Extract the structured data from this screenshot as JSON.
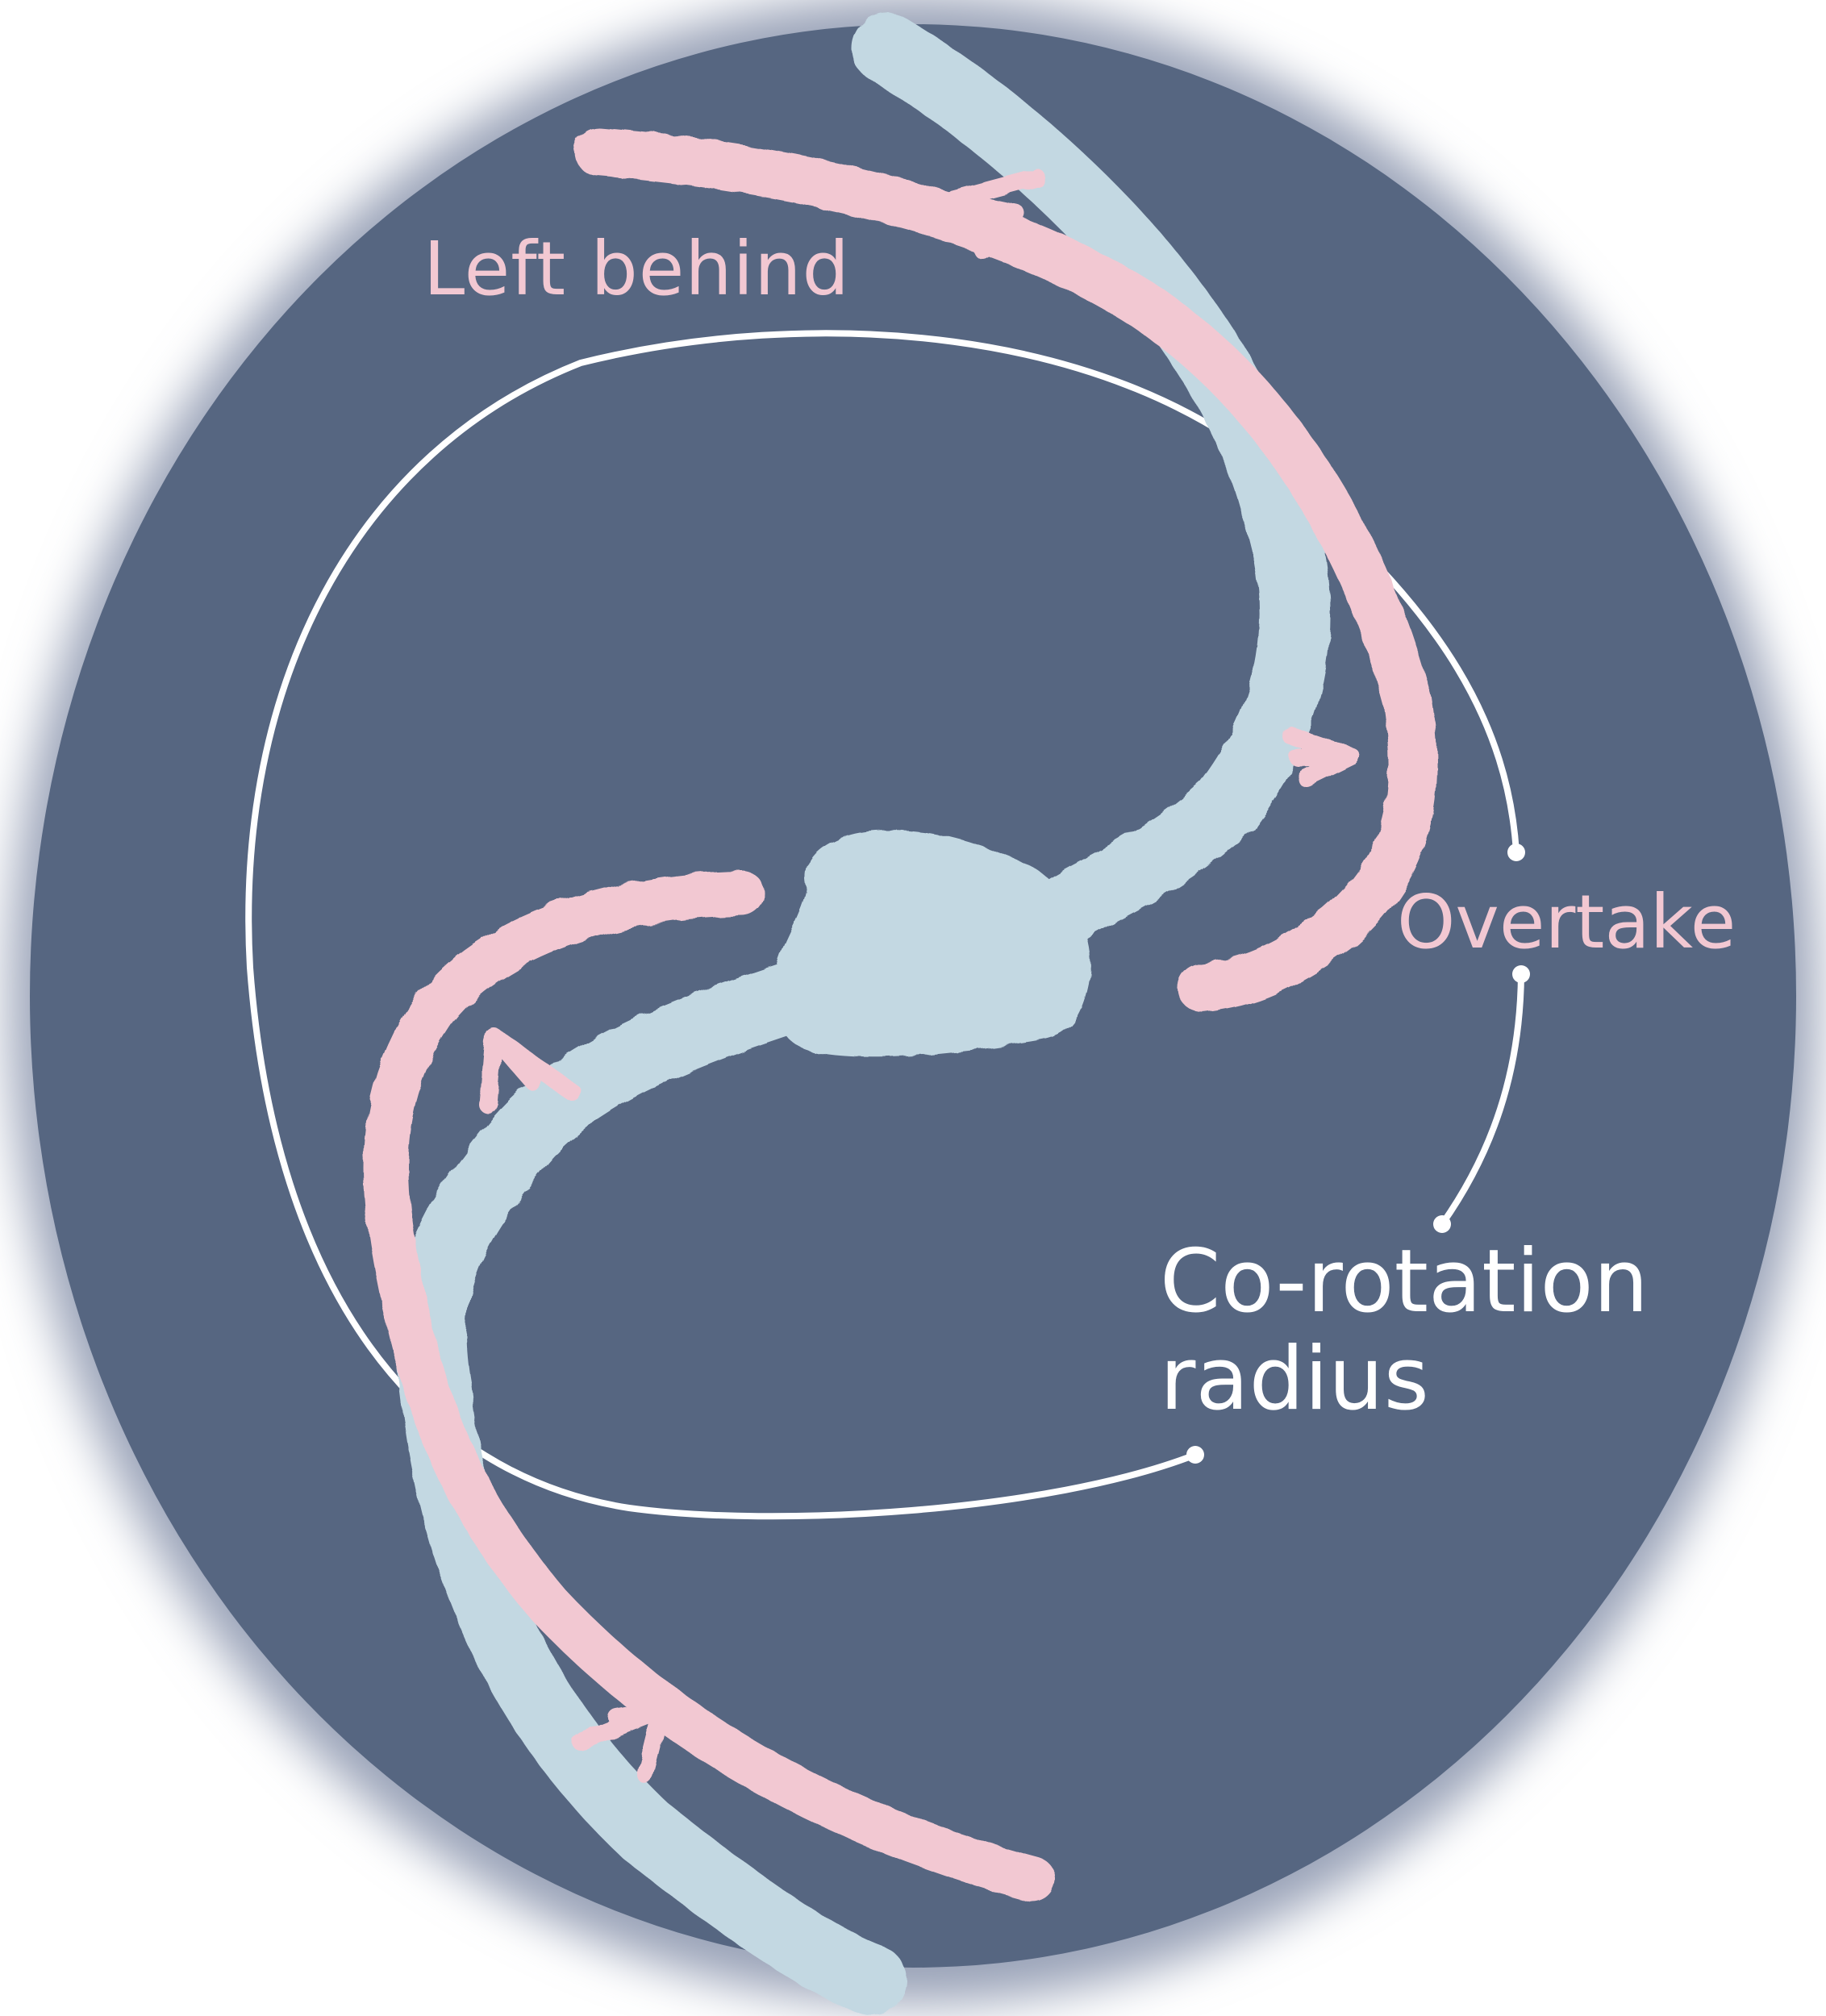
{
  "diagram": {
    "labels": {
      "left_behind": "Left behind",
      "overtake": "Overtake",
      "corotation_line1": "Co-rotation",
      "corotation_line2": "radius"
    },
    "colors": {
      "background": "#ffffff",
      "disk": "#566681",
      "disk_glow": "#9aa3b8",
      "blue_arm": "#c3d8e2",
      "pink_arm": "#f2c8d2",
      "corotation_circle": "#ffffff",
      "left_behind_text": "#f2c8d2",
      "overtake_text": "#f2c8d2",
      "corotation_text": "#ffffff"
    }
  }
}
